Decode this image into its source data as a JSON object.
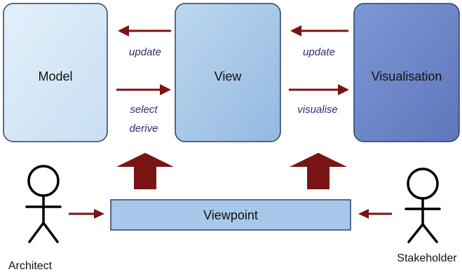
{
  "boxes": {
    "model": "Model",
    "view": "View",
    "visualisation": "Visualisation",
    "viewpoint": "Viewpoint"
  },
  "arrow_labels": {
    "update_left": "update",
    "select": "select",
    "derive": "derive",
    "update_right": "update",
    "visualise": "visualise"
  },
  "actors": {
    "architect": "Architect",
    "stakeholder": "Stakeholder"
  },
  "colors": {
    "model_fill": "#d3e8f6",
    "view_fill": "#a6c8e8",
    "visualisation_fill": "#7088c8",
    "viewpoint_fill": "#a8c8ea",
    "arrow": "#7a1414"
  }
}
